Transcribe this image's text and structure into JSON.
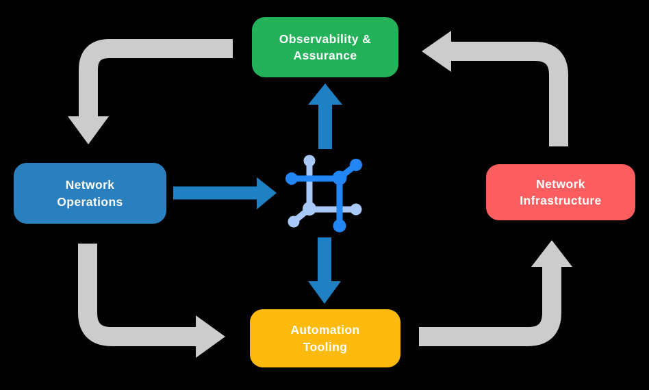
{
  "diagram": {
    "nodes": {
      "observability": {
        "line1": "Observability &",
        "line2": "Assurance",
        "color": "#23B159"
      },
      "operations": {
        "line1": "Network",
        "line2": "Operations",
        "color": "#2A80BE"
      },
      "infrastructure": {
        "line1": "Network",
        "line2": "Infrastructure",
        "color": "#FC5D5E"
      },
      "automation": {
        "line1": "Automation",
        "line2": "Tooling",
        "color": "#FEBA0F"
      }
    },
    "center_icon": {
      "name": "network-fabric-icon",
      "dark_color": "#2287F5",
      "light_color": "#A8C9F8"
    },
    "edges": [
      {
        "from": "observability",
        "to": "operations",
        "style": "cycle",
        "color": "#CCCCCC"
      },
      {
        "from": "operations",
        "to": "automation",
        "style": "cycle",
        "color": "#CCCCCC"
      },
      {
        "from": "automation",
        "to": "infrastructure",
        "style": "cycle",
        "color": "#CCCCCC"
      },
      {
        "from": "infrastructure",
        "to": "observability",
        "style": "cycle",
        "color": "#CCCCCC"
      },
      {
        "from": "operations",
        "to": "center",
        "style": "flow",
        "color": "#2080C4"
      },
      {
        "from": "center",
        "to": "observability",
        "style": "flow",
        "color": "#2080C4"
      },
      {
        "from": "center",
        "to": "automation",
        "style": "flow",
        "color": "#2080C4"
      }
    ],
    "background_color": "#000000"
  }
}
